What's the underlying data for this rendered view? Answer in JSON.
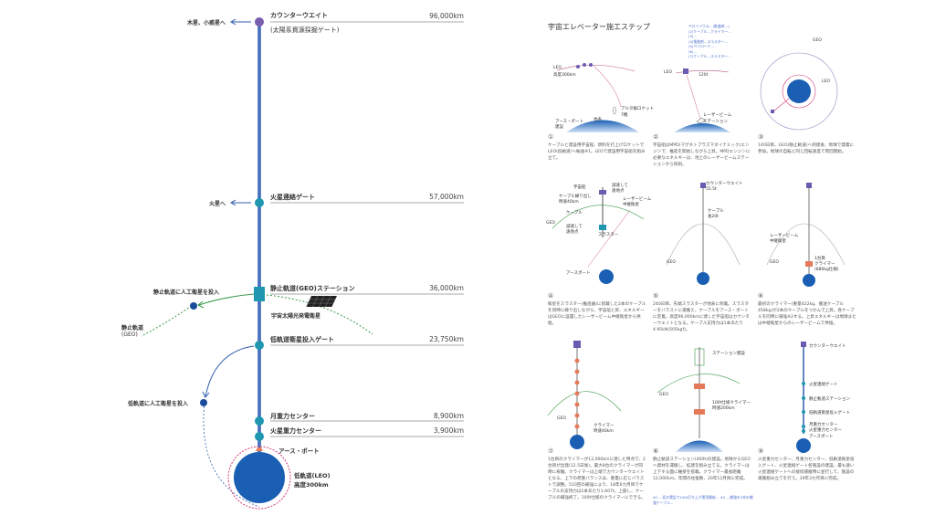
{
  "left": {
    "nodes": [
      {
        "name": "カウンターウエイト",
        "sub": "(太陽系資源採掘ゲート)",
        "altitude": "96,000km",
        "side_label": "木星、小惑星へ",
        "color": "#7a5fae"
      },
      {
        "name": "火星連絡ゲート",
        "altitude": "57,000km",
        "side_label": "火星へ",
        "color": "#1f97b0"
      },
      {
        "name": "静止軌道(GEO)ステーション",
        "altitude": "36,000km",
        "side_label": "静止軌道に人工衛星を投入",
        "color": "#1f97b0"
      },
      {
        "name": "低軌道衛星投入ゲート",
        "altitude": "23,750km",
        "side_label": "低軌道に人工衛星を投入",
        "color": "#1f97b0"
      },
      {
        "name": "月重力センター",
        "altitude": "8,900km",
        "color": "#1f97b0"
      },
      {
        "name": "火星重力センター",
        "altitude": "3,900km",
        "color": "#1f97b0"
      }
    ],
    "solar_satellite": "宇宙太陽光発電衛星",
    "geo_orbit": "静止軌道",
    "geo_orbit_sub": "(GEO)",
    "earth_port": "アース・ポート",
    "leo": "低軌道(LEO)",
    "leo_alt": "高度300km",
    "colors": {
      "cable": "#2f5cad",
      "earth": "#1a5fb4",
      "node": "#1f97b0",
      "orbit_dash": "#d23a78"
    }
  },
  "right": {
    "title": "宇宙エレベーター施工ステップ",
    "step2_notes": [
      "キロヘリウム…(推進剤…)",
      "(2)ケーブル…クライマー…",
      "(3)…",
      "(4)推進剤…スラスター…",
      "(5)ペイロード…",
      "(6)…",
      "(7)ケーブル…スラスター…"
    ],
    "steps": [
      {
        "num": "①",
        "labels": [
          "LEO",
          "高度300km",
          "アルタ級ロケット",
          "7機",
          "アース・ポート",
          "建設",
          "地表"
        ],
        "caption": "ケーブルと建設用宇宙船、燃料を打上げロケットでLEO(低軌道)へ輸送※1。LEOで建設用宇宙船を組み立て。"
      },
      {
        "num": "②",
        "labels": [
          "LEO",
          "120t",
          "レーザービーム",
          "ステーション"
        ],
        "caption": "宇宙船はMPD(マグネトプラズマダイナミック)エンジンで、推進を開始しながら上昇。MPDエンジンに必要なエネルギーは、地上のレーザービームステーションから照射。"
      },
      {
        "num": "③",
        "labels": [
          "GEO",
          "LEO"
        ],
        "caption": "140日目、GEO(静止軌道)へ到達後、地球で発電に参加。地球の自転と同じ回転速度で周回開始。"
      },
      {
        "num": "④",
        "labels": [
          "宇宙船",
          "減速して",
          "遠地点",
          "ケーブル繰り出し",
          "時速40km",
          "ケーブル",
          "レーザービーム",
          "中継衛星",
          "GEO",
          "減速して",
          "遠地点",
          "スラスター",
          "アースポート"
        ],
        "caption": "衛星をスラスター(推進器)に搭載した2本のケーブルを同時に繰り出しながら、宇宙船と昇、エネルギーはGEOに設置したレーザービーム中継衛星から供給。"
      },
      {
        "num": "⑤",
        "labels": [
          "カウンターウエイト",
          "55.5t",
          "ケーブル",
          "長20t",
          "GEO"
        ],
        "caption": "240日目、先端スラスターが地表に到着。スラスターをバラストに運搬え、ケーブルをアース・ポートに定着。高度96,000kmに達した宇宙船はカウンターウエイトとなる。ケーブル支持力は1本あたり4.95kN(505kgf)。"
      },
      {
        "num": "⑥",
        "labels": [
          "レーザービーム",
          "中継衛星",
          "1台目",
          "クライマー",
          "(880kg仕様)",
          "GEO"
        ],
        "caption": "最初のクライマー(重量422kg、搬送ケーブル458kg)が2本のケーブルをつかんで上昇。各ケーブルを同時に補強※2する。上昇エネルギーは地球または中継衛星からのレーザービームで供給。"
      },
      {
        "num": "⑦",
        "labels": [
          "GEO",
          "クライマー",
          "時速40km"
        ],
        "caption": "1台目のクライマーが12,000kmに達した時点で、2台目が出発(12.5日後)。最大8台のクライマーが同時に稼働。クライマーは上端でカウンターウエイトとなる。上下の荷重バランスは、重量に応じバラストで調整。510回の補強により、18年6カ月目でケーブルの支持力は1本あたり1.607t。上部し、ケーブルの補強終了。100t仕様のクライマーにできる。"
      },
      {
        "num": "⑧",
        "labels": [
          "ステーション建設",
          "100t仕様クライマー",
          "時速200km",
          "GEO"
        ],
        "caption": "静止軌道ステーション(400t)の建設。地球からGEOへ資材を運搬し、拡建を組み立てる。クライマーは上下する面に軸受を搭載。クライマー最長距離12,000km。年間の往復数、20年12月目に完成。",
        "note": "※1 …初の実証で100t打ち上げ運用開始… ※2 …補強を2本の補強ケーブル…"
      },
      {
        "num": "⑨",
        "labels": [
          "カウンターウエイト",
          "火星連絡ゲート",
          "静止軌道ステーション",
          "低軌道衛星投入ゲート",
          "月重力センター",
          "火星重力センター",
          "アースポート"
        ],
        "caption": "火星重力センター、月重力センター、低軌道衛星投入ゲート、火星連絡ゲート各施設の建設。最も遠い火星連絡ゲートへの接続運搬時に並行して、施設の運搬組み立てを行う。19年3カ月目に完成。"
      }
    ]
  }
}
